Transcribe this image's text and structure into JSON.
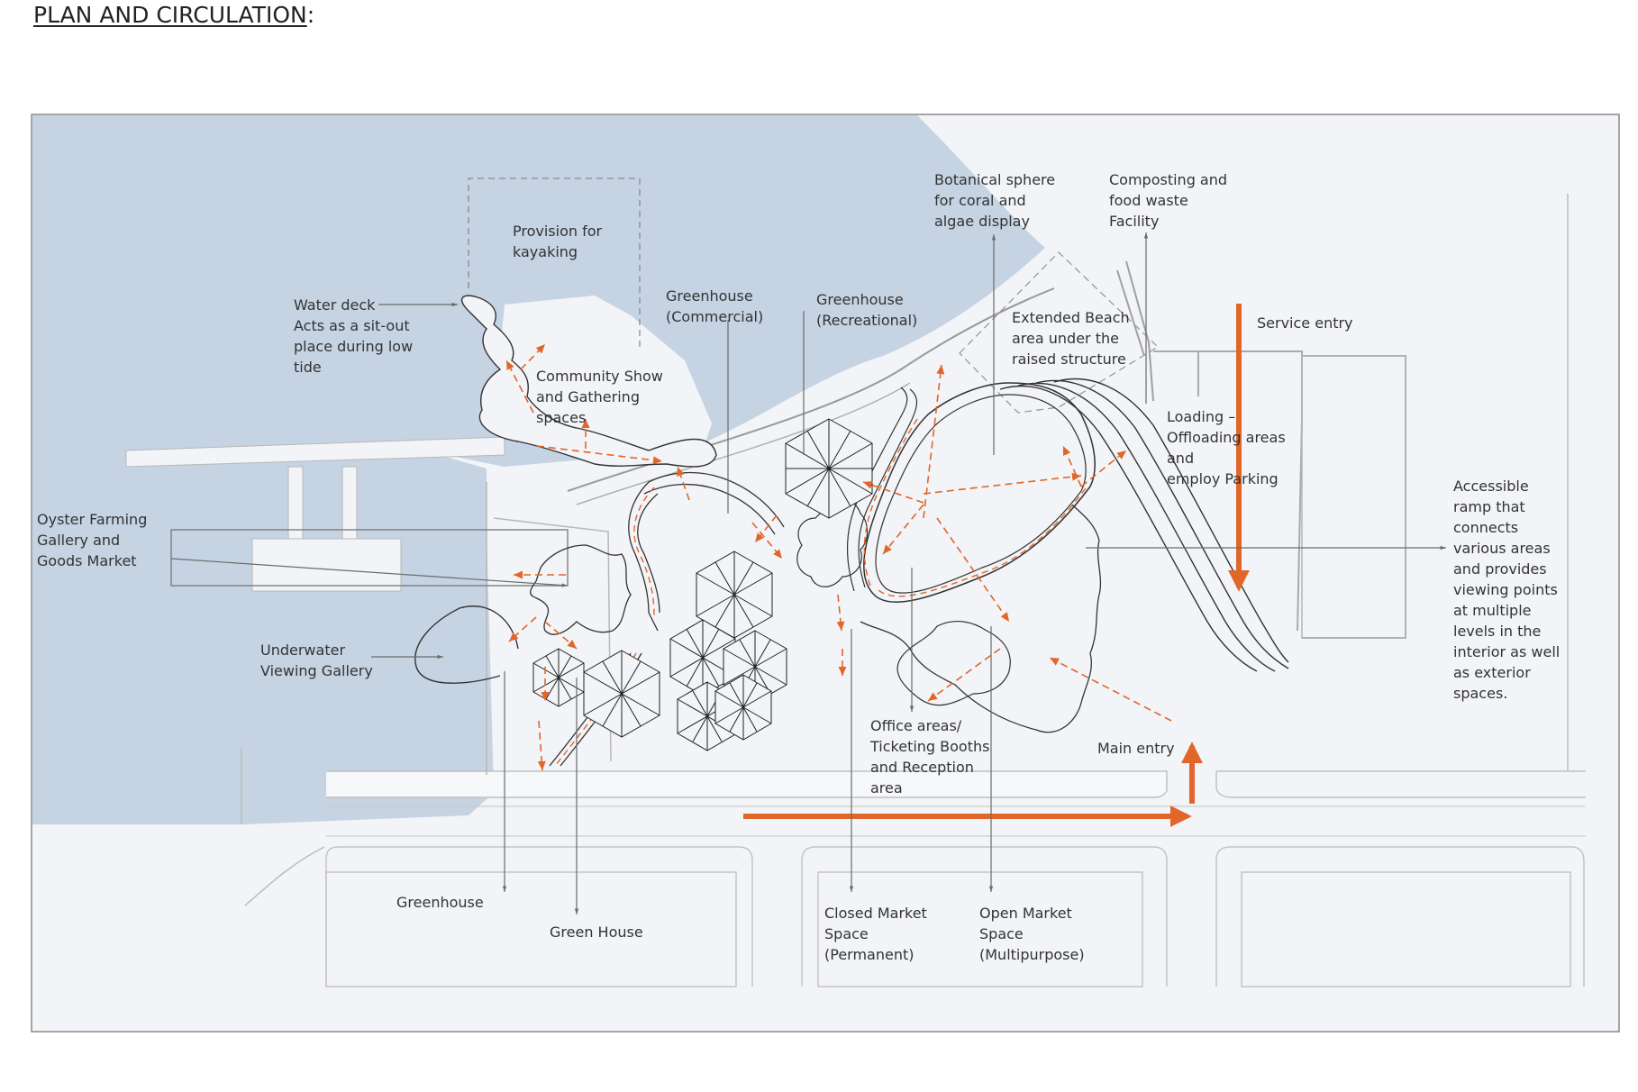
{
  "page": {
    "title": "PLAN AND CIRCULATION",
    "title_suffix": ":"
  },
  "colors": {
    "water": "#c6d3e3",
    "land": "#f2f4f7",
    "circulation": "#e0662a",
    "line": "#6b6b6b",
    "ink": "#222222"
  },
  "labels": {
    "kayaking": [
      "Provision for",
      "kayaking"
    ],
    "water_deck": [
      "Water deck",
      "Acts as a sit-out",
      "place during low",
      "tide"
    ],
    "community": [
      "Community Show",
      "and Gathering",
      "spaces"
    ],
    "gh_commercial": [
      "Greenhouse",
      "(Commercial)"
    ],
    "gh_recreational": [
      "Greenhouse",
      "(Recreational)"
    ],
    "botanical": [
      "Botanical sphere",
      "for coral and",
      "algae display"
    ],
    "composting": [
      "Composting and",
      "food waste",
      "Facility"
    ],
    "extended_beach": [
      "Extended Beach",
      "area under the",
      "raised structure"
    ],
    "service_entry": [
      "Service entry"
    ],
    "loading": [
      "Loading –",
      "Offloading areas",
      "and",
      "employ Parking"
    ],
    "oyster": [
      "Oyster Farming",
      "Gallery and",
      "Goods Market"
    ],
    "accessible_ramp": [
      "Accessible",
      "ramp that",
      "connects",
      "various areas",
      "and provides",
      "viewing points",
      "at multiple",
      "levels in the",
      "interior as well",
      "as exterior",
      "spaces."
    ],
    "underwater": [
      "Underwater",
      "Viewing Gallery"
    ],
    "office": [
      "Office areas/",
      "Ticketing Booths",
      "and Reception",
      "area"
    ],
    "main_entry": [
      "Main entry"
    ],
    "greenhouse_1": [
      "Greenhouse"
    ],
    "greenhouse_2": [
      "Green House"
    ],
    "closed_market": [
      "Closed Market",
      "Space",
      "(Permanent)"
    ],
    "open_market": [
      "Open Market",
      "Space",
      "(Multipurpose)"
    ]
  }
}
